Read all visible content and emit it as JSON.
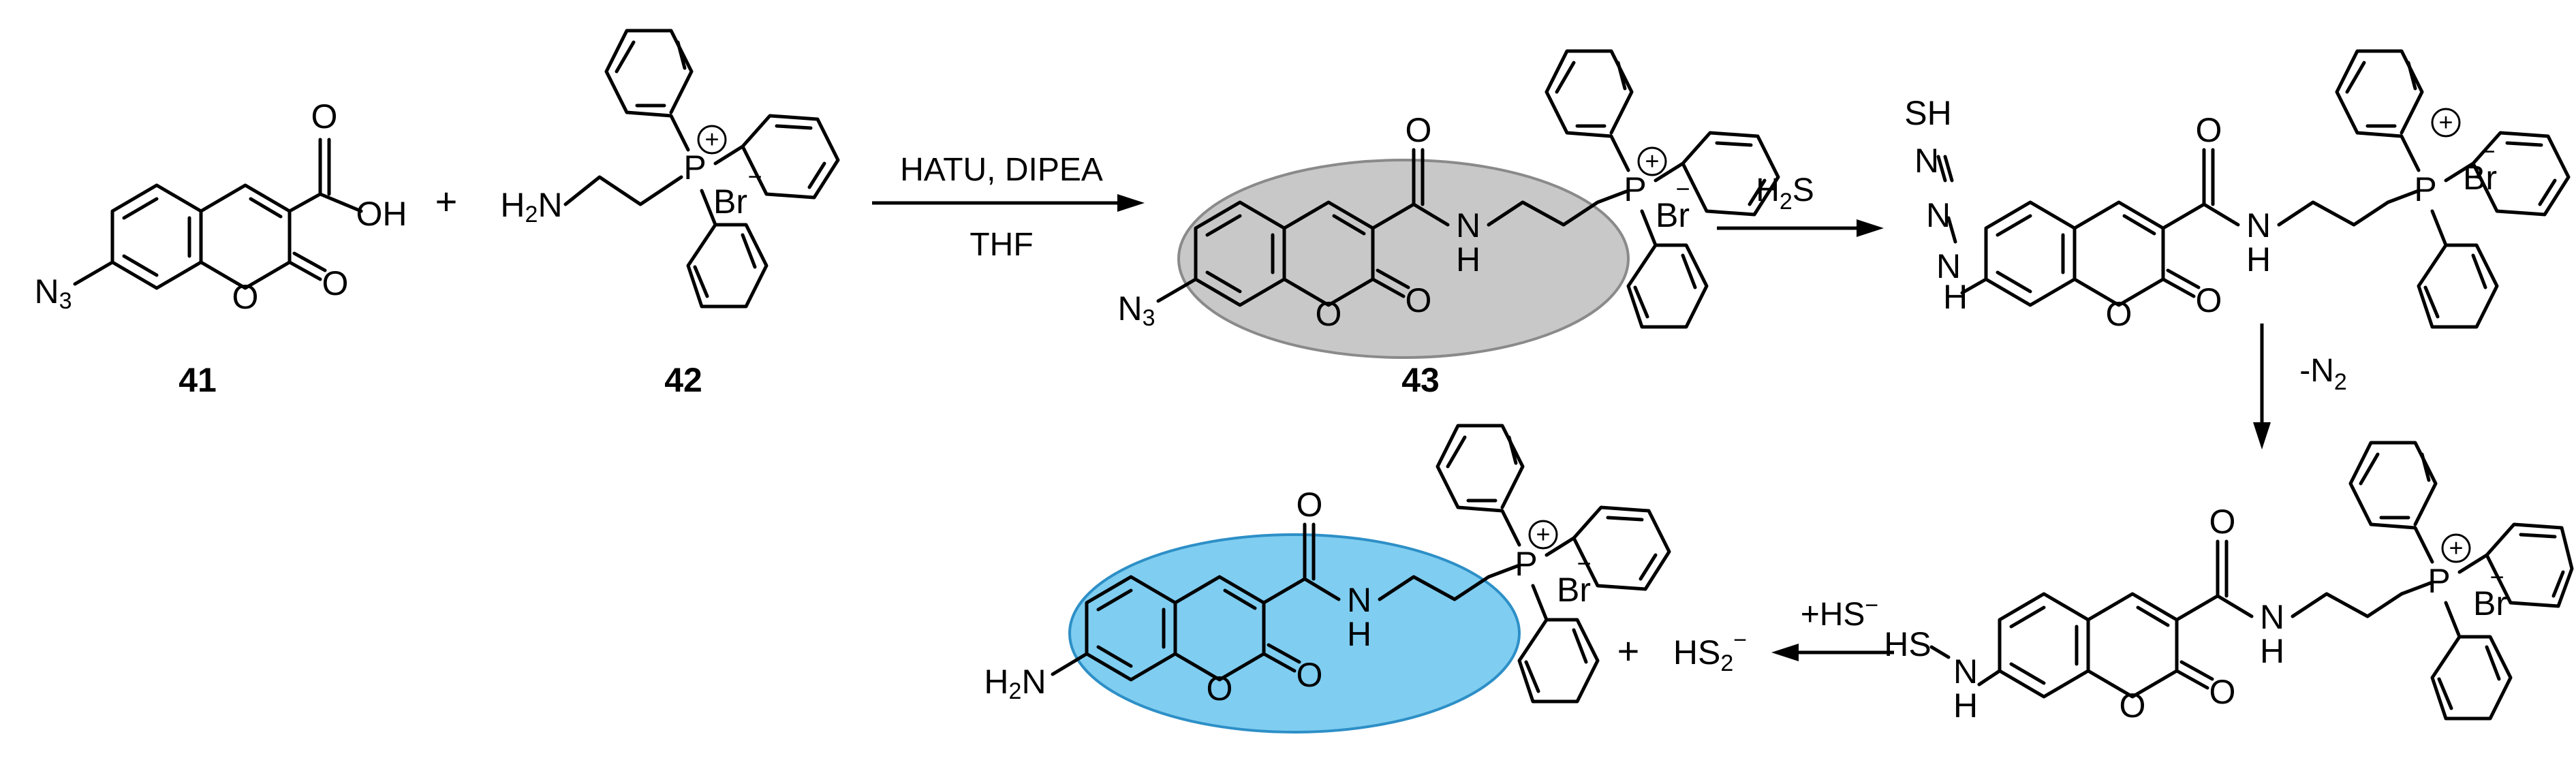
{
  "compounds": {
    "c41": {
      "label": "41"
    },
    "c42": {
      "label": "42"
    },
    "c43": {
      "label": "43"
    }
  },
  "atoms": {
    "N3": "N",
    "N3_sub": "3",
    "O": "O",
    "OH": "OH",
    "H2N": "H",
    "H2N_sub": "2",
    "H2N_N": "N",
    "P": "P",
    "Br": "Br",
    "minus": "−",
    "plus_charge": "+",
    "H": "H",
    "N": "N",
    "SH": "SH",
    "S": "S",
    "HS2": "HS",
    "HS2_sub": "2",
    "HS2_sup": "−",
    "HSminus": "+HS",
    "HSminus_sup": "−"
  },
  "conditions": {
    "step1_top": "HATU, DIPEA",
    "step1_bottom": "THF",
    "step2": "H",
    "step2_sub": "2",
    "step2_tail": "S",
    "step3": "-N",
    "step3_sub": "2"
  },
  "symbols": {
    "plus": "+"
  },
  "colors": {
    "highlight_grey": "#c8c8c8",
    "highlight_blue": "#7fcdf0",
    "bond": "#000000"
  }
}
